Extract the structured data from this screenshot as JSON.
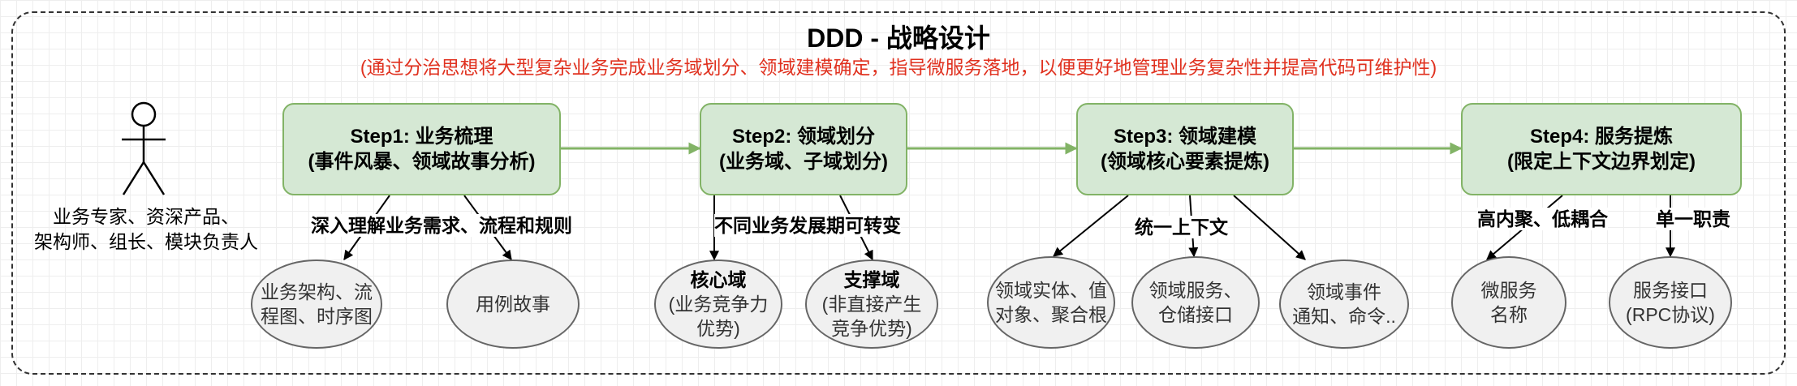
{
  "title": "DDD - 战略设计",
  "subtitle": "(通过分治思想将大型复杂业务完成业务域划分、领域建模确定，指导微服务落地，以便更好地管理业务复杂性并提高代码可维护性)",
  "actor": {
    "label_line1": "业务专家、资深产品、",
    "label_line2": "架构师、组长、模块负责人"
  },
  "steps": [
    {
      "line1": "Step1: 业务梳理",
      "line2": "(事件风暴、领域故事分析)"
    },
    {
      "line1": "Step2: 领域划分",
      "line2": "(业务域、子域划分)"
    },
    {
      "line1": "Step3: 领域建模",
      "line2": "(领域核心要素提炼)"
    },
    {
      "line1": "Step4: 服务提炼",
      "line2": "(限定上下文边界划定)"
    }
  ],
  "edge_labels": {
    "step1": "深入理解业务需求、流程和规则",
    "step2": "不同业务发展期可转变",
    "step3": "统一上下文",
    "step4a": "高内聚、低耦合",
    "step4b": "单一职责"
  },
  "outputs": [
    {
      "line1": "业务架构、流",
      "line2": "程图、时序图"
    },
    {
      "line1": "用例故事"
    },
    {
      "head": "核心域",
      "line1": "(业务竞争力",
      "line2": "优势)"
    },
    {
      "head": "支撑域",
      "line1": "(非直接产生",
      "line2": "竞争优势)"
    },
    {
      "line1": "领域实体、值",
      "line2": "对象、聚合根"
    },
    {
      "line1": "领域服务、",
      "line2": "仓储接口"
    },
    {
      "line1": "领域事件",
      "line2": "通知、命令.."
    },
    {
      "line1": "微服务",
      "line2": "名称"
    },
    {
      "line1": "服务接口",
      "line2": "(RPC协议)"
    }
  ],
  "colors": {
    "step_fill": "#d5e8d4",
    "step_border": "#82b366",
    "flow_arrow": "#82b366",
    "subtitle": "#e0311f",
    "ellipse_fill": "#f0f0f0"
  }
}
